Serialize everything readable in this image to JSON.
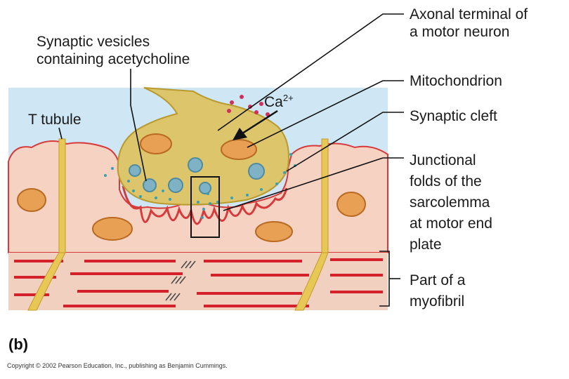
{
  "labels": {
    "axonal_terminal": [
      "Axonal terminal of",
      "a motor neuron"
    ],
    "synaptic_vesicles": [
      "Synaptic vesicles",
      "containing acetycholine"
    ],
    "mitochondrion": "Mitochondrion",
    "t_tubule": "T tubule",
    "synaptic_cleft": "Synaptic cleft",
    "junctional_folds": [
      "Junctional",
      "folds of the",
      "sarcolemma",
      "at motor end",
      "plate"
    ],
    "myofibril": [
      "Part of a",
      "myofibril"
    ],
    "calcium_base": "Ca",
    "calcium_charge": "2+"
  },
  "panel_label": "(b)",
  "copyright": "Copyright © 2002 Pearson Education, Inc., publishing as Benjamin Cummings.",
  "colors": {
    "extracellular": "#cfe6f5",
    "muscle_cell": "#f6d2c2",
    "sarcolemma": "#e0303a",
    "axon_terminal": "#dcc56a",
    "mitochondria": "#e8a054",
    "vesicles": "#7fb2c4",
    "myofibril_base": "#f1d0c0",
    "myofibril_bands": "#d4202a",
    "t_tubule": "#e7c756",
    "calcium_ions": "#d0305a"
  }
}
